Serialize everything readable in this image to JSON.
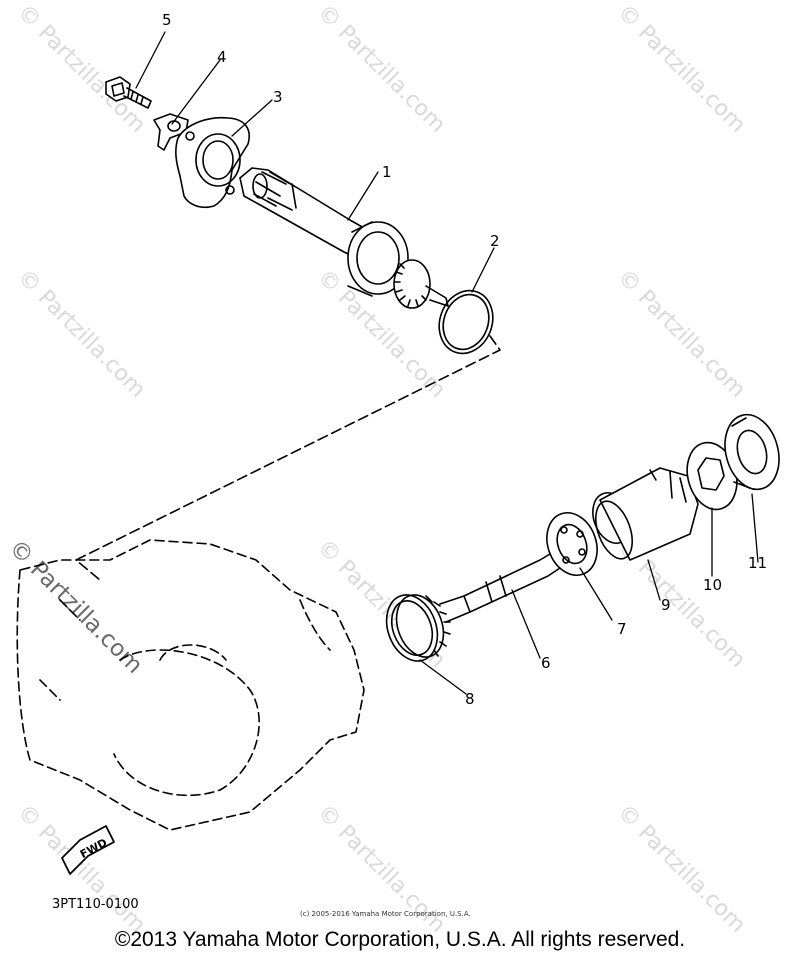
{
  "callouts": {
    "c1": "1",
    "c2": "2",
    "c3": "3",
    "c4": "4",
    "c5": "5",
    "c6": "6",
    "c7": "7",
    "c8": "8",
    "c9": "9",
    "c10": "10",
    "c11": "11"
  },
  "watermark": "© Partzilla.com",
  "fwd_label": "FWD",
  "part_code": "3PT110-0100",
  "small_copyright": "(c) 2005-2016 Yamaha Motor Corporation, U.S.A.",
  "copyright": "©2013 Yamaha Motor Corporation, U.S.A. All rights reserved.",
  "colors": {
    "line": "#000000",
    "watermark": "#d9d9d9",
    "background": "#ffffff"
  }
}
